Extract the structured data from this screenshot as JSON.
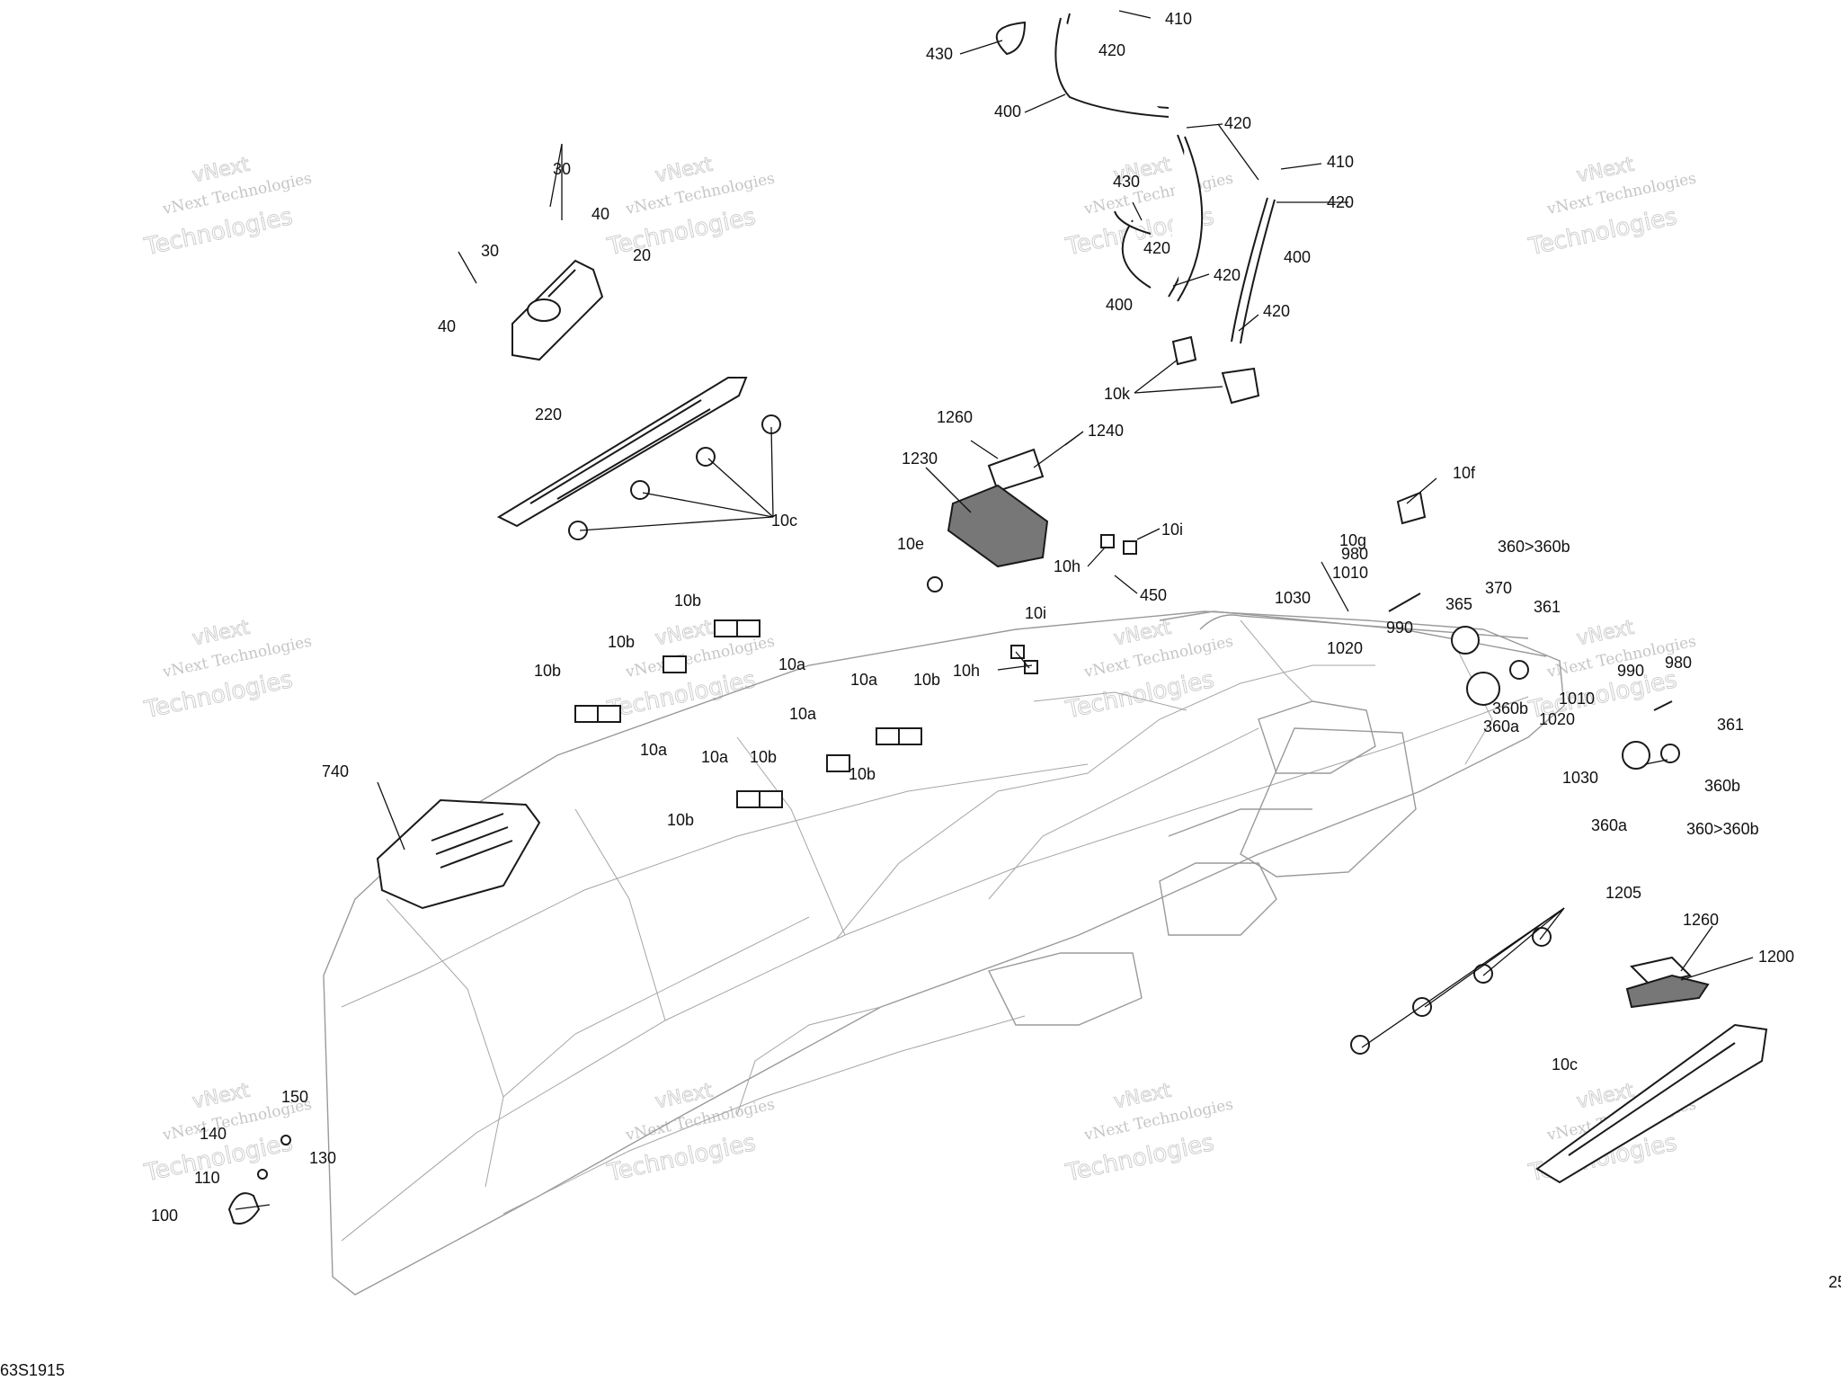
{
  "diagram_code": "63S1915",
  "watermark": {
    "line1": "vNext Technologies",
    "line2": "Technologies",
    "line3": "vNext"
  },
  "labels": [
    {
      "id": "l430a",
      "text": "430"
    },
    {
      "id": "l420a",
      "text": "420"
    },
    {
      "id": "l410a",
      "text": "410"
    },
    {
      "id": "l400a",
      "text": "400"
    },
    {
      "id": "l420b",
      "text": "420"
    },
    {
      "id": "l410b",
      "text": "410"
    },
    {
      "id": "l420c",
      "text": "420"
    },
    {
      "id": "l430b",
      "text": "430"
    },
    {
      "id": "l420d",
      "text": "420"
    },
    {
      "id": "l400b",
      "text": "400"
    },
    {
      "id": "l420e",
      "text": "420"
    },
    {
      "id": "l400c",
      "text": "400"
    },
    {
      "id": "l420f",
      "text": "420"
    },
    {
      "id": "l10k",
      "text": "10k"
    },
    {
      "id": "l30a",
      "text": "30"
    },
    {
      "id": "l40a",
      "text": "40"
    },
    {
      "id": "l30b",
      "text": "30"
    },
    {
      "id": "l20",
      "text": "20"
    },
    {
      "id": "l40b",
      "text": "40"
    },
    {
      "id": "l220",
      "text": "220"
    },
    {
      "id": "l10ca",
      "text": "10c"
    },
    {
      "id": "l1260a",
      "text": "1260"
    },
    {
      "id": "l1240",
      "text": "1240"
    },
    {
      "id": "l1230",
      "text": "1230"
    },
    {
      "id": "l10f",
      "text": "10f"
    },
    {
      "id": "l10g",
      "text": "10g"
    },
    {
      "id": "l980a",
      "text": "980"
    },
    {
      "id": "l10i",
      "text": "10i"
    },
    {
      "id": "l10h",
      "text": "10h"
    },
    {
      "id": "l450",
      "text": "450"
    },
    {
      "id": "l10e",
      "text": "10e"
    },
    {
      "id": "l360a1",
      "text": "360>360b"
    },
    {
      "id": "l1010a",
      "text": "1010"
    },
    {
      "id": "l1030a",
      "text": "1030"
    },
    {
      "id": "l990a",
      "text": "990"
    },
    {
      "id": "l1020a",
      "text": "1020"
    },
    {
      "id": "l365",
      "text": "365"
    },
    {
      "id": "l370",
      "text": "370"
    },
    {
      "id": "l361a",
      "text": "361"
    },
    {
      "id": "l360ba",
      "text": "360b"
    },
    {
      "id": "l360aa",
      "text": "360a"
    },
    {
      "id": "l990b",
      "text": "990"
    },
    {
      "id": "l980b",
      "text": "980"
    },
    {
      "id": "l1010b",
      "text": "1010"
    },
    {
      "id": "l1020b",
      "text": "1020"
    },
    {
      "id": "l361b",
      "text": "361"
    },
    {
      "id": "l1030b",
      "text": "1030"
    },
    {
      "id": "l360bb",
      "text": "360b"
    },
    {
      "id": "l360ab",
      "text": "360a"
    },
    {
      "id": "l360a2",
      "text": "360>360b"
    },
    {
      "id": "l10ia",
      "text": "10i"
    },
    {
      "id": "l10ha",
      "text": "10h"
    },
    {
      "id": "l10b1",
      "text": "10b"
    },
    {
      "id": "l10b2",
      "text": "10b"
    },
    {
      "id": "l10a1",
      "text": "10a"
    },
    {
      "id": "l10b3",
      "text": "10b"
    },
    {
      "id": "l10a2",
      "text": "10a"
    },
    {
      "id": "l10a3",
      "text": "10a"
    },
    {
      "id": "l10b4",
      "text": "10b"
    },
    {
      "id": "l10a4",
      "text": "10a"
    },
    {
      "id": "l10a5",
      "text": "10a"
    },
    {
      "id": "l10b5",
      "text": "10b"
    },
    {
      "id": "l10b6",
      "text": "10b"
    },
    {
      "id": "l10b7",
      "text": "10b"
    },
    {
      "id": "l740",
      "text": "740"
    },
    {
      "id": "l1205",
      "text": "1205"
    },
    {
      "id": "l1260b",
      "text": "1260"
    },
    {
      "id": "l1200",
      "text": "1200"
    },
    {
      "id": "l10cb",
      "text": "10c"
    },
    {
      "id": "l150",
      "text": "150"
    },
    {
      "id": "l140",
      "text": "140"
    },
    {
      "id": "l130",
      "text": "130"
    },
    {
      "id": "l110",
      "text": "110"
    },
    {
      "id": "l100",
      "text": "100"
    },
    {
      "id": "l25",
      "text": "25"
    }
  ]
}
